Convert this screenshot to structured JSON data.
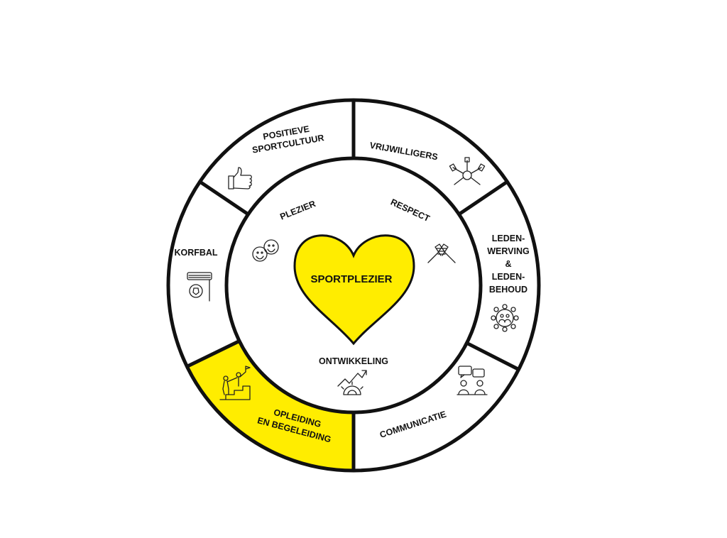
{
  "center": {
    "title": "SPORTPLEZIER",
    "color": "#FFED00"
  },
  "core_values": [
    {
      "label": "PLEZIER",
      "icon": "laughing-faces-icon"
    },
    {
      "label": "RESPECT",
      "icon": "handshake-icon"
    },
    {
      "label": "ONTWIKKELING",
      "icon": "gear-growth-icon"
    }
  ],
  "segments": [
    {
      "lines": [
        "POSITIEVE",
        "SPORTCULTUUR"
      ],
      "icon": "thumbs-up-icon",
      "highlighted": false
    },
    {
      "lines": [
        "VRIJWILLIGERS"
      ],
      "icon": "stacked-hands-icon",
      "highlighted": false
    },
    {
      "lines": [
        "LEDEN-",
        "WERVING",
        "&",
        "LEDEN-",
        "BEHOUD"
      ],
      "icon": "network-people-icon",
      "highlighted": false
    },
    {
      "lines": [
        "COMMUNICATIE"
      ],
      "icon": "chat-people-icon",
      "highlighted": false
    },
    {
      "lines": [
        "OPLEIDING",
        "EN BEGELEIDING"
      ],
      "icon": "climbing-steps-icon",
      "highlighted": true
    },
    {
      "lines": [
        "KORFBAL"
      ],
      "icon": "korfbal-icon",
      "highlighted": false
    }
  ],
  "highlight_color": "#FFED00"
}
